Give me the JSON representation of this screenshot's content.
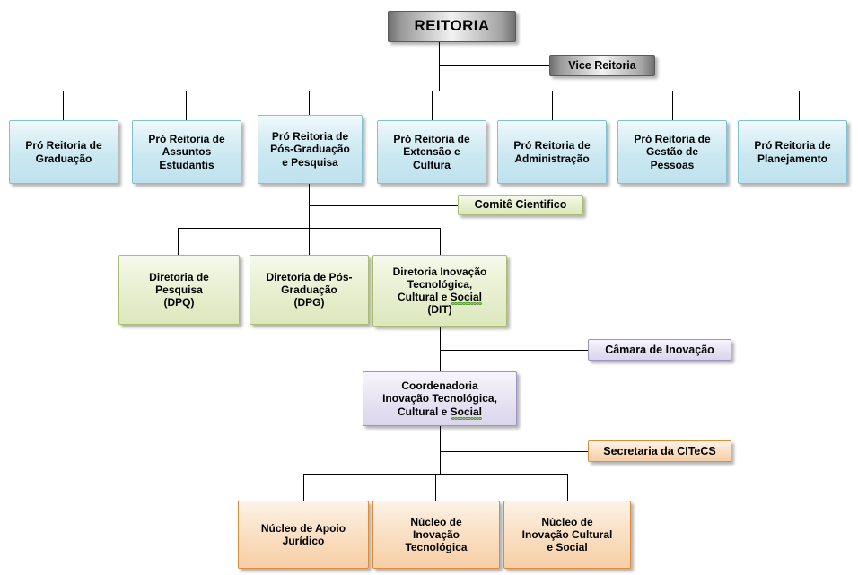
{
  "diagram": {
    "title": "REITORIA",
    "type": "organizational-chart",
    "levels": {
      "level0": {
        "label": "REITORIA",
        "style": "metal"
      },
      "level0_aside": {
        "label": "Vice Reitoria",
        "style": "metal"
      }
    },
    "pro_reitorias": [
      {
        "label": "Pró Reitoria de Graduação",
        "lines": [
          "Pró Reitoria de",
          "Graduação"
        ]
      },
      {
        "label": "Pró Reitoria de Assuntos Estudantis",
        "lines": [
          "Pró Reitoria de",
          "Assuntos",
          "Estudantis"
        ]
      },
      {
        "label": "Pró Reitoria de Pós-Graduação e Pesquisa",
        "lines": [
          "Pró Reitoria de",
          "Pós-Graduação",
          "e Pesquisa"
        ]
      },
      {
        "label": "Pró Reitoria de Extensão e Cultura",
        "lines": [
          "Pró Reitoria de",
          "Extensão e",
          "Cultura"
        ]
      },
      {
        "label": "Pró Reitoria de Administração",
        "lines": [
          "Pró Reitoria de",
          "Administração"
        ]
      },
      {
        "label": "Pró Reitoria de Gestão de Pessoas",
        "lines": [
          "Pró Reitoria de",
          "Gestão de",
          "Pessoas"
        ]
      },
      {
        "label": "Pró Reitoria de Planejamento",
        "lines": [
          "Pró Reitoria de",
          "Planejamento"
        ]
      }
    ],
    "comite": {
      "label": "Comitê Cientifico"
    },
    "diretorias": [
      {
        "label": "Diretoria de Pesquisa (DPQ)",
        "lines": [
          "Diretoria de",
          "Pesquisa",
          "(DPQ)"
        ]
      },
      {
        "label": "Diretoria de Pós-Graduação (DPG)",
        "lines": [
          "Diretoria de Pós-",
          "Graduação",
          "(DPG)"
        ]
      },
      {
        "label": "Diretoria Inovação Tecnológica, Cultural e Social (DIT)",
        "lines": [
          "Diretoria Inovação",
          "Tecnológica,",
          "Cultural e ",
          "Social",
          "(DIT)"
        ]
      }
    ],
    "camara": {
      "label": "Câmara de Inovação"
    },
    "coordenadoria": {
      "label": "Coordenadoria Inovação Tecnológica, Cultural e Social",
      "lines": [
        "Coordenadoria",
        "Inovação Tecnológica,",
        "Cultural e ",
        "Social"
      ]
    },
    "secretaria": {
      "label": "Secretaria da CITeCS"
    },
    "nucleos": [
      {
        "label": "Núcleo de Apoio Jurídico",
        "lines": [
          "Núcleo de Apoio",
          "Jurídico"
        ]
      },
      {
        "label": "Núcleo de Inovação Tecnológica",
        "lines": [
          "Núcleo de",
          "Inovação",
          "Tecnológica"
        ]
      },
      {
        "label": "Núcleo de Inovação Cultural e Social",
        "lines": [
          "Núcleo de",
          "Inovação Cultural",
          "e Social"
        ]
      }
    ],
    "colors": {
      "blue_fill": "#cbe8f1",
      "blue_border": "#7fc2d6",
      "green_fill": "#e3ecc9",
      "green_border": "#aabd6e",
      "purple_fill": "#e2def0",
      "purple_border": "#9e93c4",
      "orange_fill": "#f8d7b4",
      "orange_border": "#e08b3c",
      "metal_border": "#5a5a5a",
      "connector": "#000000",
      "text": "#000000",
      "spellcheck_underline": "#5a9e2f"
    }
  }
}
